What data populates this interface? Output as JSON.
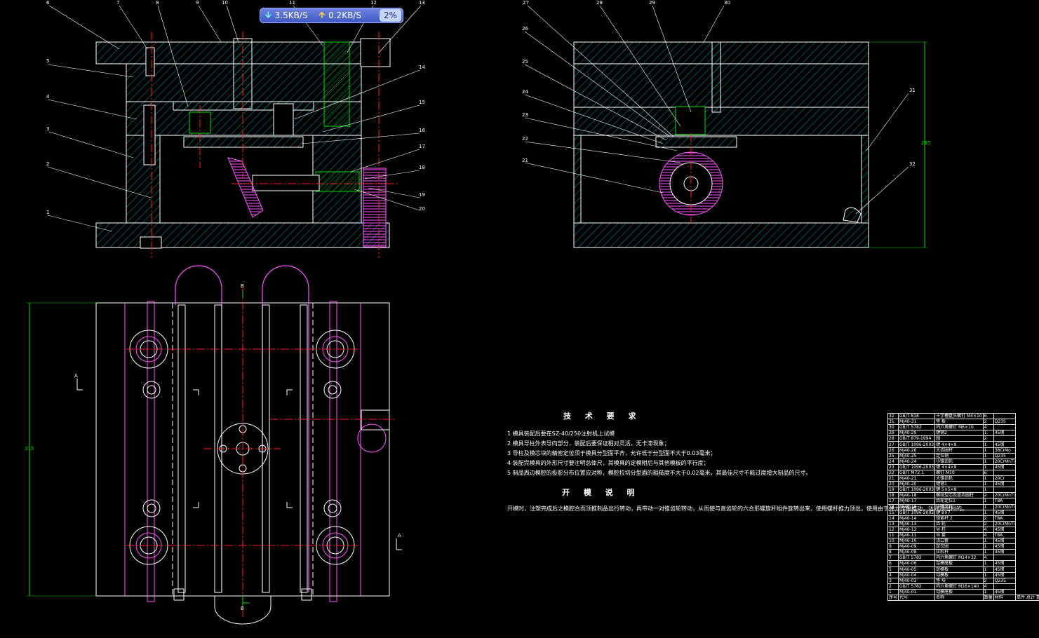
{
  "network_monitor": {
    "download_label": "3.5KB/S",
    "upload_label": "0.2KB/S",
    "percent_label": "2%",
    "download_icon": "arrow-down-icon",
    "upload_icon": "arrow-up-icon"
  },
  "callouts": {
    "left_view": [
      "6",
      "7",
      "8",
      "9",
      "10",
      "11",
      "12",
      "13",
      "5",
      "4",
      "3",
      "2",
      "1",
      "14",
      "15",
      "16",
      "17",
      "18",
      "19",
      "20"
    ],
    "right_view": [
      "27",
      "28",
      "29",
      "30",
      "26",
      "25",
      "24",
      "23",
      "22",
      "21",
      "31",
      "32"
    ]
  },
  "tech_requirements": {
    "title": "技 术 要 求",
    "lines": [
      "1  模具装配后要在SZ-40/250注射机上试模",
      "2  模具导柱外表导向部分，装配后要保证相对灵活，无卡滞现象；",
      "3  导柱及模芯块的精密定位须于模具分型面平齐，允许低于分型面不大于0.03毫米；",
      "4  装配完模具的外形尺寸要注明总体尺，其模具的定模附后与其他模板的平行度；",
      "5  制品周边模腔的投影分布位置应对称，模腔拉切分型面的粗糙度不大于0.02毫米，其最佳尺寸不能过度增大制品的尺寸。"
    ]
  },
  "opening_notes": {
    "title": "开 模 说 明",
    "text": "开模时，注塑完成后之模腔合而顶推制品出行转动，再带动一对锥齿轮转动，从而使与直齿轮的六合形螺旋杆组件旋转出来，使用螺杆推力顶出，使用由于弹力作用推动，达到顶出目的。"
  },
  "bom": {
    "rows": [
      [
        "32",
        "GB/T 818",
        "十字槽盘头螺钉 M4×10",
        "6",
        ""
      ],
      [
        "31",
        "MJ40-31",
        "垫 板",
        "2",
        "Q235"
      ],
      [
        "30",
        "GB/T 5782",
        "内六角螺钉 M6×10",
        "4",
        ""
      ],
      [
        "29",
        "MJ40-29",
        "键销2",
        "1",
        "45钢"
      ],
      [
        "28",
        "GB/T 879-1994",
        "圆",
        "2",
        ""
      ],
      [
        "27",
        "GB/T 1096-2003",
        "键 4×4×8",
        "1",
        "45钢"
      ],
      [
        "26",
        "MJ40-26",
        "大齿圈杆",
        "1",
        "38CrMo"
      ],
      [
        "25",
        "MJ40-25",
        "定位销",
        "1",
        "Q235"
      ],
      [
        "24",
        "MJ40-24",
        "小锥齿轮",
        "1",
        "20CrMnTi"
      ],
      [
        "23",
        "GB/T 1096-2003",
        "键 4×4×8",
        "1",
        "45钢"
      ],
      [
        "22",
        "GB/T M72.1",
        "螺钉 M10",
        "6",
        ""
      ],
      [
        "21",
        "MJ40-21",
        "大锥齿轮",
        "1",
        "20Cr"
      ],
      [
        "20",
        "MJ40-20",
        "键销1",
        "1",
        "45钢"
      ],
      [
        "19",
        "GB/T 1096-2003",
        "键 5×5×8",
        "1",
        ""
      ],
      [
        "18",
        "MJ40-18",
        "螺纹型芯及直齿圆柱",
        "2",
        "20CrMnTi"
      ],
      [
        "17",
        "MJ40-17",
        "齿轮定位1",
        "1",
        "T8A"
      ],
      [
        "16",
        "MJ40-16",
        "小锥齿轮",
        "1",
        "20CrMnTi"
      ],
      [
        "15",
        "GB/T 1096-2003",
        "键 8×7",
        "1",
        "45钢"
      ],
      [
        "14",
        "MJ40-14",
        "锁紧杆 2",
        "2",
        "T8A"
      ],
      [
        "13",
        "MJ40-13",
        "齿 轮",
        "2",
        "20CrMnTi"
      ],
      [
        "12",
        "MJ40-12",
        "导 柱",
        "4",
        "45钢"
      ],
      [
        "11",
        "MJ40-11",
        "导 套",
        "4",
        "T8A"
      ],
      [
        "10",
        "MJ40-10",
        "浇口套",
        "1",
        "45钢"
      ],
      [
        "9",
        "MJ40-09",
        "定位圈",
        "1",
        "45钢"
      ],
      [
        "8",
        "MJ40-08",
        "拉料杆",
        "1",
        "45钢"
      ],
      [
        "7",
        "GB/T 5782",
        "内六角螺钉 M14×32",
        "4",
        ""
      ],
      [
        "6",
        "MJ40-06",
        "定模座板",
        "1",
        "45钢"
      ],
      [
        "5",
        "MJ40-05",
        "定模板",
        "1",
        "45钢"
      ],
      [
        "4",
        "MJ40-04",
        "动模板",
        "1",
        "45钢"
      ],
      [
        "3",
        "MJ40-03",
        "垫 块",
        "2",
        "Q235"
      ],
      [
        "2",
        "GB/T 5782",
        "内六角螺钉 M16×140",
        "4",
        ""
      ],
      [
        "1",
        "MJ40-01",
        "动模座板",
        "1",
        "45钢"
      ]
    ],
    "header": [
      "序号",
      "代号",
      "名称",
      "数量",
      "材料",
      "单件 总计 重量"
    ]
  },
  "dimension_labels": {
    "vertical_left": "315",
    "vertical_right": "265",
    "section_mark_a": "A",
    "section_mark_b": "B"
  },
  "colors": {
    "outline": "#ffffff",
    "hatch": "#00cccc",
    "centerline": "#ff2020",
    "magenta": "#ff00ff",
    "dimension": "#00e000",
    "gear_section": "#ff55ff"
  }
}
